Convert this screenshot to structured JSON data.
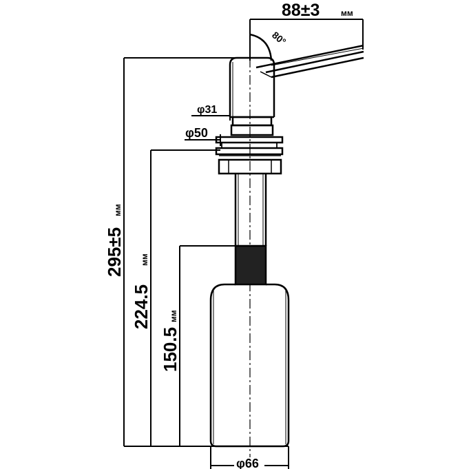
{
  "diagram": {
    "spout_reach": {
      "value": "88±3",
      "unit": "мм"
    },
    "spout_angle": {
      "value": "80°"
    },
    "head_diameter": {
      "value": "φ31"
    },
    "flange_diameter": {
      "value": "φ50"
    },
    "total_height": {
      "value": "295±5",
      "unit": "мм"
    },
    "below_counter_height": {
      "value": "224.5",
      "unit": "мм"
    },
    "bottle_height": {
      "value": "150.5",
      "unit": "мм"
    },
    "bottle_diameter": {
      "value": "φ66"
    }
  },
  "colors": {
    "line": "#000000",
    "background": "#ffffff"
  }
}
